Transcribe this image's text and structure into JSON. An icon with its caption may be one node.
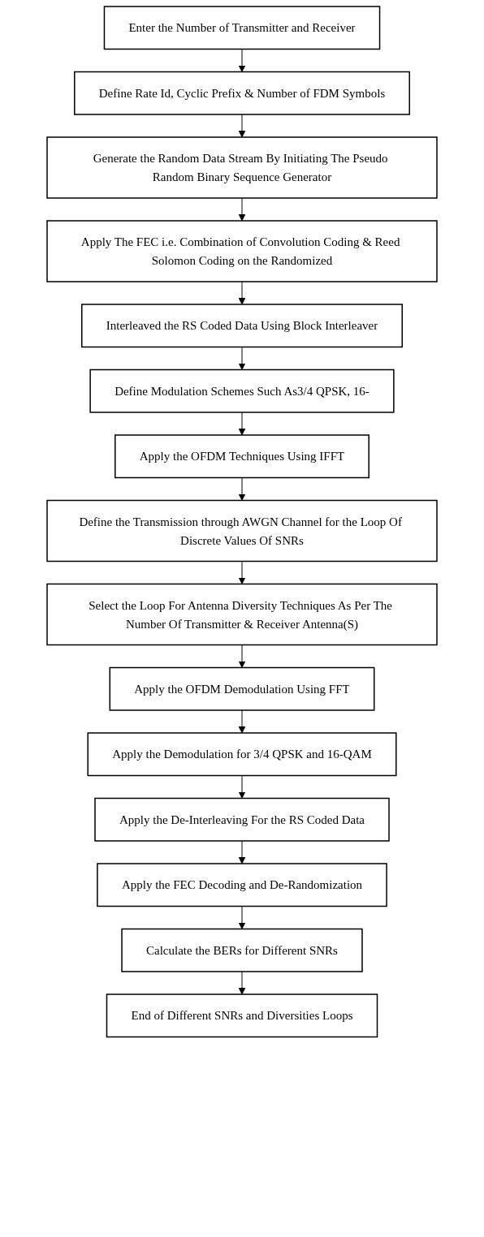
{
  "diagram": {
    "nodes": [
      {
        "text": [
          "Enter the Number of Transmitter and Receiver"
        ]
      },
      {
        "text": [
          "Define Rate Id, Cyclic Prefix & Number of FDM Symbols"
        ]
      },
      {
        "text": [
          "Generate the Random Data Stream By Initiating The Pseudo Random Binary Sequence Generator"
        ]
      },
      {
        "text": [
          "Apply The FEC i.e. Combination of Convolution Coding & Reed Solomon Coding on the Randomized"
        ]
      },
      {
        "text": [
          "Interleaved the RS Coded Data Using Block Interleaver"
        ]
      },
      {
        "text": [
          "Define Modulation Schemes Such As3/4 QPSK, 16-"
        ]
      },
      {
        "text": [
          "Apply the OFDM Techniques Using IFFT"
        ]
      },
      {
        "text": [
          "Define the Transmission through AWGN Channel for the Loop Of Discrete Values Of SNRs"
        ]
      },
      {
        "text": [
          "Select the Loop For Antenna Diversity Techniques As Per The Number Of Transmitter & Receiver Antenna(S)"
        ]
      },
      {
        "text": [
          "Apply the OFDM Demodulation Using FFT"
        ]
      },
      {
        "text": [
          "Apply the Demodulation for 3/4 QPSK and 16-QAM"
        ]
      },
      {
        "text": [
          "Apply the De-Interleaving For the RS Coded Data"
        ]
      },
      {
        "text": [
          "Apply the FEC Decoding and De-Randomization"
        ]
      },
      {
        "text": [
          "Calculate the BERs for Different SNRs"
        ]
      },
      {
        "text": [
          "End of Different SNRs and Diversities Loops"
        ]
      }
    ],
    "edges": [
      {
        "from": 0,
        "to": 1,
        "arrow": "to"
      },
      {
        "from": 1,
        "to": 2,
        "arrow": "to"
      },
      {
        "from": 2,
        "to": 3,
        "arrow": "to"
      },
      {
        "from": 3,
        "to": 4,
        "arrow": "to"
      },
      {
        "from": 4,
        "to": 5,
        "arrow": "to"
      },
      {
        "from": 5,
        "to": 6,
        "arrow": "to"
      },
      {
        "from": 6,
        "to": 7,
        "arrow": "to"
      },
      {
        "from": 7,
        "to": 8,
        "arrow": "to"
      },
      {
        "from": 8,
        "to": 9,
        "arrow": "to"
      },
      {
        "from": 9,
        "to": 10,
        "arrow": "to"
      },
      {
        "from": 10,
        "to": 11,
        "arrow": "to"
      },
      {
        "from": 11,
        "to": 12,
        "arrow": "to"
      },
      {
        "from": 12,
        "to": 13,
        "arrow": "to"
      },
      {
        "from": 13,
        "to": 14,
        "arrow": "to"
      }
    ]
  }
}
